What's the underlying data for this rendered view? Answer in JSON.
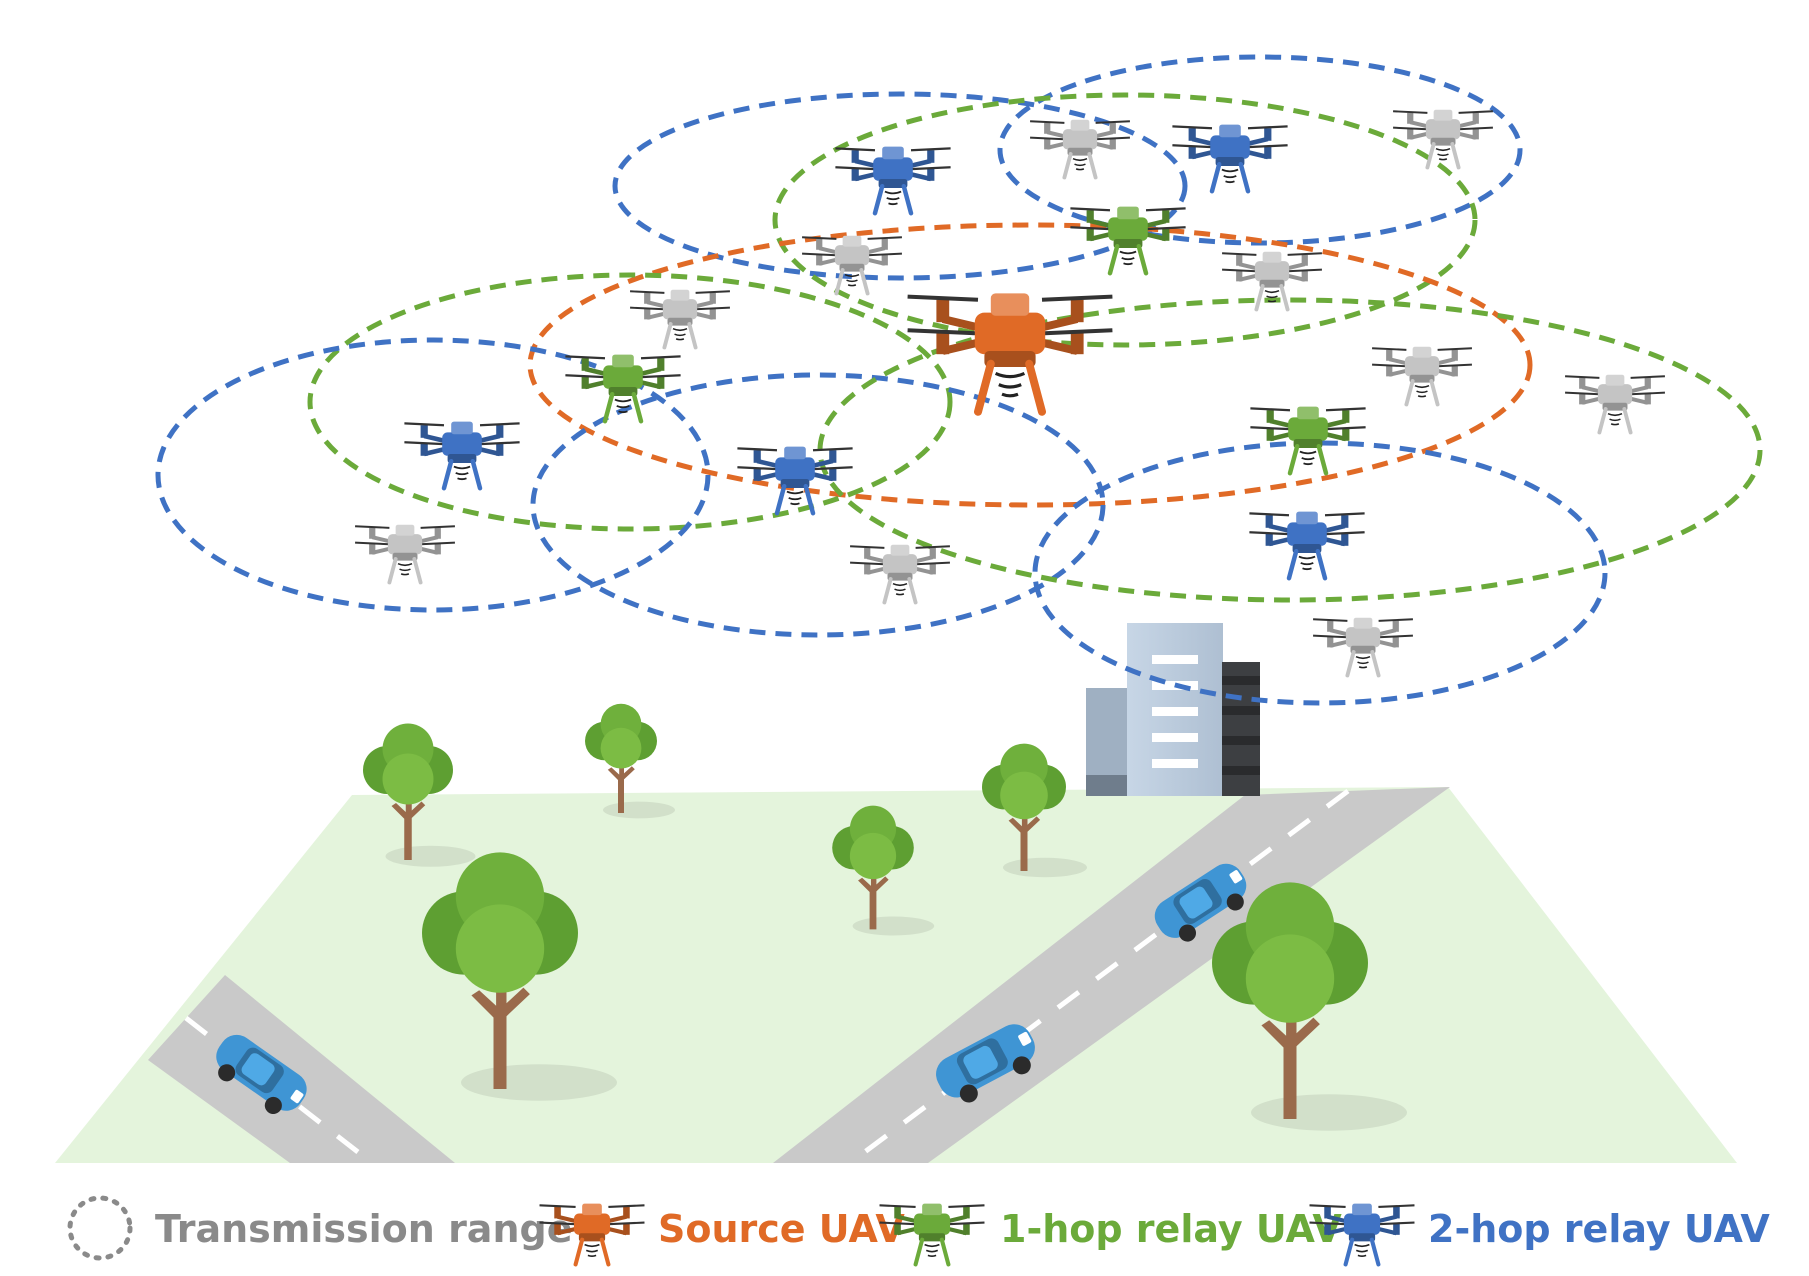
{
  "colors": {
    "source": "#E06A26",
    "hop1": "#6BAA3A",
    "hop2": "#3F72C4",
    "inactive": "#C4C4C4",
    "legend_gray": "#8A8A8A",
    "ground": "#E4F4DC",
    "road": "#C9C9C9"
  },
  "legend": {
    "range_label": "Transmission range",
    "source_label": "Source UAV",
    "hop1_label": "1-hop relay UAV",
    "hop2_label": "2-hop relay UAV"
  }
}
